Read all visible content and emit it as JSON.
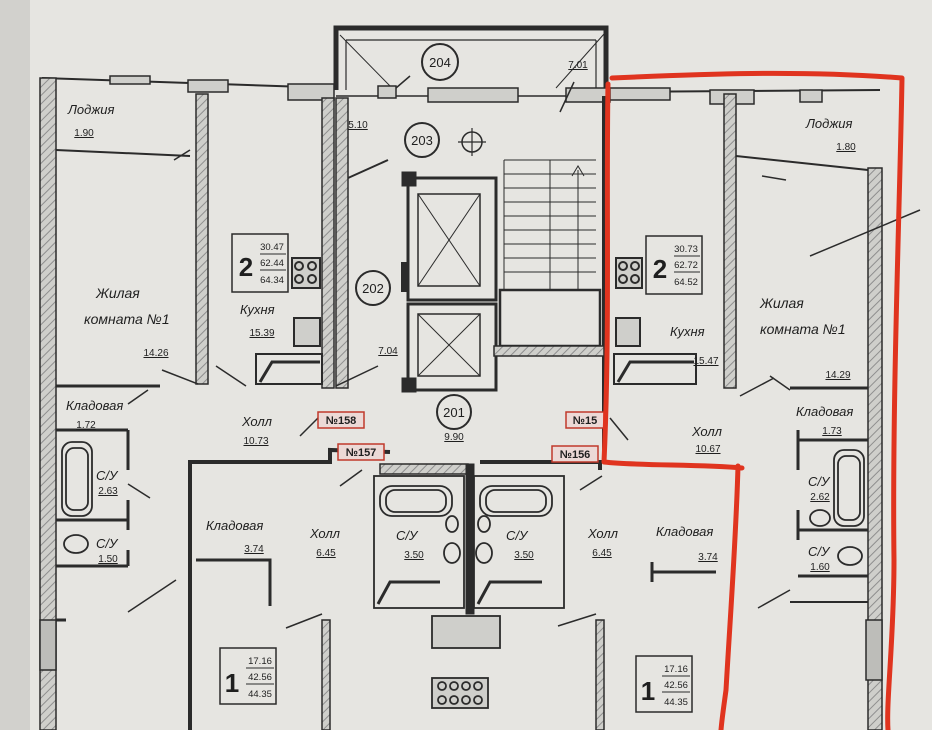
{
  "colors": {
    "paper": "#e7e6e2",
    "wall": "#2b2b2b",
    "hatch": "#9a9a9a",
    "highlight": "#e0341f",
    "tag_border": "#c0392b"
  },
  "core": {
    "r204": "204",
    "r203": "203",
    "r202": "202",
    "r201": "201",
    "r201_area": "9.90",
    "a204_left": "5.10",
    "a204_right": "7.01",
    "a202": "7.04"
  },
  "apt_left_2": {
    "rooms": "2",
    "living": "30.47",
    "total": "62.44",
    "total_loggia": "64.34",
    "loggia_label": "Лоджия",
    "loggia_area": "1.90",
    "room_label_1": "Жилая",
    "room_label_2": "комната №1",
    "room_area": "14.26",
    "kitchen_label": "Кухня",
    "kitchen_area": "15.39",
    "storage_label": "Кладовая",
    "storage_area": "1.72",
    "hall_label": "Холл",
    "hall_area": "10.73",
    "bath1_label": "С/У",
    "bath1_area": "2.63",
    "bath2_label": "С/У",
    "bath2_area": "1.50"
  },
  "apt_right_2": {
    "rooms": "2",
    "living": "30.73",
    "total": "62.72",
    "total_loggia": "64.52",
    "loggia_label": "Лоджия",
    "loggia_area": "1.80",
    "room_label_1": "Жилая",
    "room_label_2": "комната №1",
    "room_area": "14.29",
    "kitchen_label": "Кухня",
    "kitchen_area": "15.47",
    "storage_label": "Кладовая",
    "storage_area": "1.73",
    "hall_label": "Холл",
    "hall_area": "10.67",
    "bath1_label": "С/У",
    "bath1_area": "2.62",
    "bath2_label": "С/У",
    "bath2_area": "1.60"
  },
  "apt_left_1": {
    "rooms": "1",
    "living": "17.16",
    "total": "42.56",
    "total_loggia": "44.35",
    "storage_label": "Кладовая",
    "storage_area": "3.74",
    "hall_label": "Холл",
    "hall_area": "6.45",
    "bath_label": "С/У",
    "bath_area": "3.50"
  },
  "apt_right_1": {
    "rooms": "1",
    "living": "17.16",
    "total": "42.56",
    "total_loggia": "44.35",
    "storage_label": "Кладовая",
    "storage_area": "3.74",
    "hall_label": "Холл",
    "hall_area": "6.45",
    "bath_label": "С/У",
    "bath_area": "3.50"
  },
  "tags": {
    "t158": "№158",
    "t157": "№157",
    "t15": "№15",
    "t156": "№156"
  }
}
